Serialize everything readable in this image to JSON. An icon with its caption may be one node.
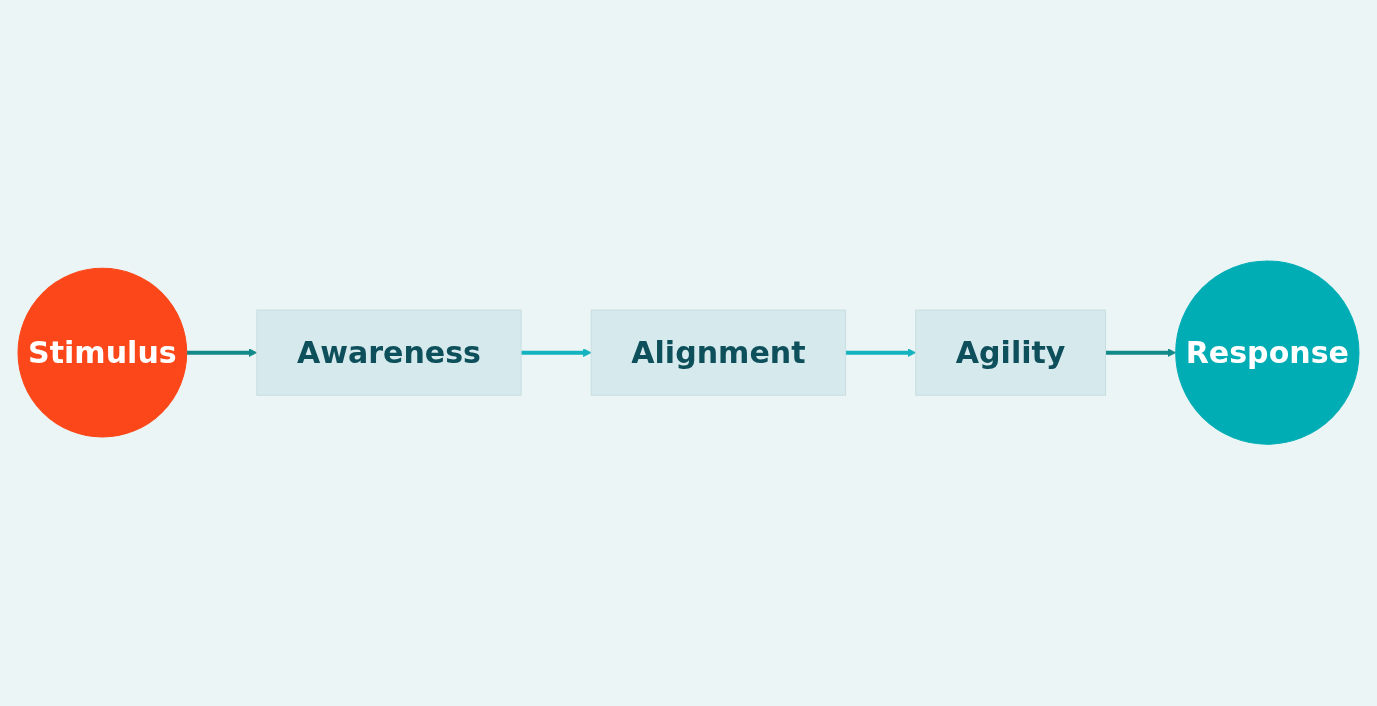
{
  "diagram": {
    "nodes": [
      {
        "text": [
          "Stimulus"
        ]
      },
      {
        "text": [
          "Awareness"
        ]
      },
      {
        "text": [
          "Alignment"
        ]
      },
      {
        "text": [
          "Agility"
        ]
      },
      {
        "text": [
          "Response"
        ]
      }
    ],
    "edges": [
      {
        "from": 0,
        "to": 1,
        "arrow": "to",
        "color": "#138a8a"
      },
      {
        "from": 1,
        "to": 2,
        "arrow": "to",
        "color": "#14b3bf"
      },
      {
        "from": 2,
        "to": 3,
        "arrow": "to",
        "color": "#14b3bf"
      },
      {
        "from": 3,
        "to": 4,
        "arrow": "to",
        "color": "#138a8a"
      }
    ]
  }
}
